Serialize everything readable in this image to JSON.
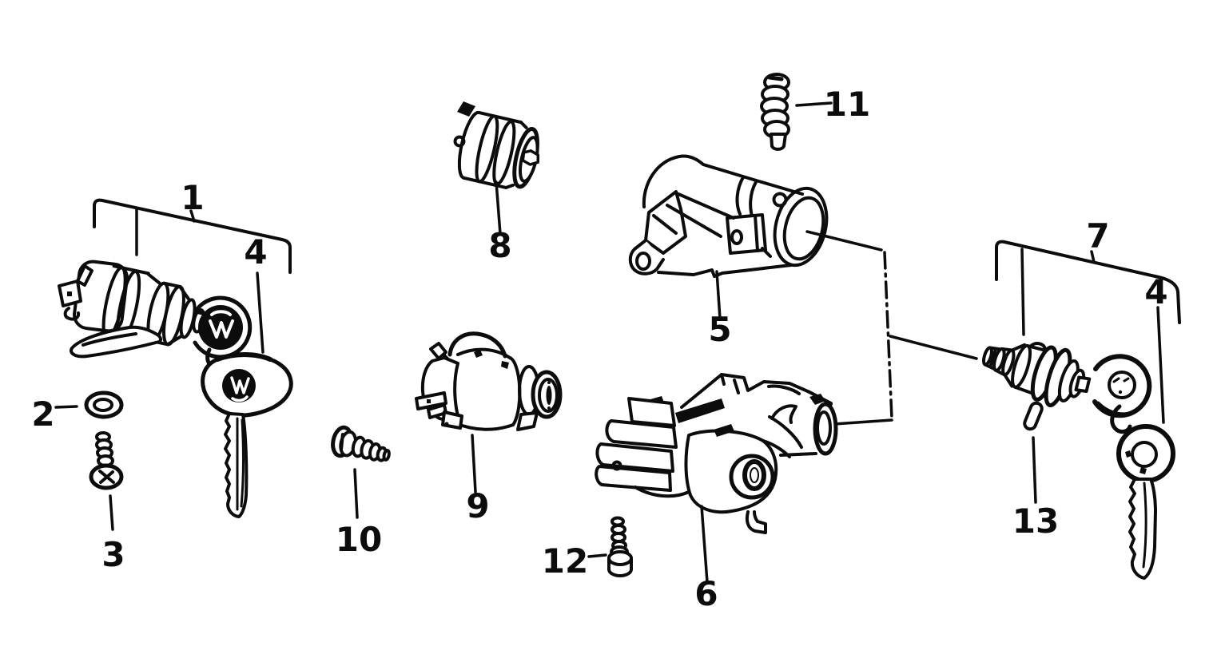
{
  "figure": {
    "background": "#ffffff",
    "ink": "#0c0c0c",
    "description": "Exploded line-art parts diagram: steering/ignition lock cylinders with keys, ignition starter switch, lock housings, screws, washer, spring and pin"
  },
  "callouts": [
    {
      "label": "1",
      "part": "lock-cylinder-with-keys-left"
    },
    {
      "label": "2",
      "part": "washer"
    },
    {
      "label": "3",
      "part": "screw-left"
    },
    {
      "label": "4",
      "part": "key-left"
    },
    {
      "label": "5",
      "part": "steering-lock-housing"
    },
    {
      "label": "6",
      "part": "ignition-lock-housing"
    },
    {
      "label": "7",
      "part": "lock-cylinder-with-keys-right"
    },
    {
      "label": "4",
      "part": "key-right"
    },
    {
      "label": "8",
      "part": "lock-cylinder-single"
    },
    {
      "label": "9",
      "part": "ignition-starter-switch"
    },
    {
      "label": "10",
      "part": "screw-switch"
    },
    {
      "label": "11",
      "part": "spring"
    },
    {
      "label": "12",
      "part": "screw-housing"
    },
    {
      "label": "13",
      "part": "pin"
    }
  ]
}
